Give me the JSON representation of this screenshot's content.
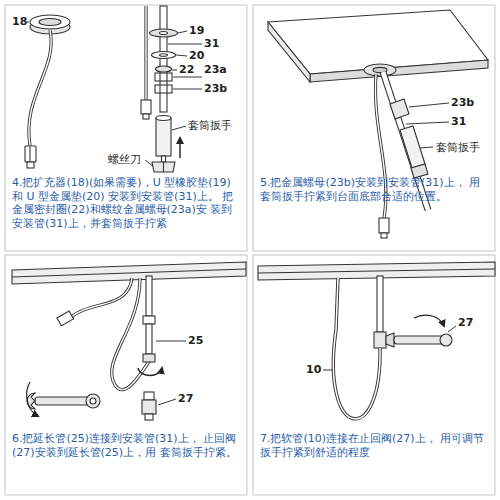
{
  "diagram": {
    "labels": [
      "18",
      "19",
      "31",
      "20",
      "22",
      "23a",
      "23b",
      "套筒扳手",
      "螺丝刀",
      "4.把扩充器(18)(如果需要)，U 型橡胶垫(19) 和 U 型金属垫(20) 安装到安装管(31)上。 把金属密封圈(22)和螺纹金属螺母(23a)安 装到安装管(31)上，并套筒扳手拧紧",
      "23b",
      "31",
      "套筒扳手",
      "5.把金属螺母(23b)安装到安装管(31)上， 用套筒扳手拧紧到台面底部合适的位置。",
      "25",
      "27",
      "6.把延长管(25)连接到安装管(31)上， 止回阀(27)安装到延长管(25)上，用 套筒扳手拧紧。",
      "27",
      "10",
      "7.把软管(10)连接在止回阀(27)上， 用可调节扳手拧紧到舒适的程度"
    ]
  }
}
